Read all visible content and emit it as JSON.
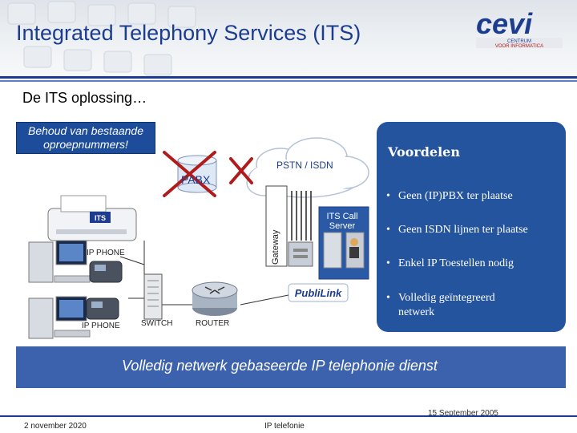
{
  "header": {
    "title": "Integrated Telephony Services (ITS)",
    "logo_text": "cevi",
    "logo_sub_1": "CENTRUM",
    "logo_sub_2": "VOOR INFORMATICA"
  },
  "subtitle": "De ITS oplossing…",
  "callout": {
    "line1": "Behoud van bestaande",
    "line2": "oproepnummers!"
  },
  "diagram": {
    "cloud_label": "PSTN / ISDN",
    "pabx_label": "PABX",
    "gateway_label": "Gateway",
    "its_server_line1": "ITS Call",
    "its_server_line2": "Server",
    "ip_phone_label_1": "IP PHONE",
    "ip_phone_label_2": "IP PHONE",
    "switch_label": "SWITCH",
    "router_label": "ROUTER",
    "publilink_label": "PubliLink",
    "fax_badge": "ITS"
  },
  "advantages": {
    "title": "Voordelen",
    "items": [
      "Geen (IP)PBX ter plaatse",
      "Geen ISDN lijnen ter plaatse",
      "Enkel IP Toestellen nodig",
      "Volledig geïntegreerd netwerk"
    ]
  },
  "banner": "Volledig netwerk gebaseerde IP telephonie dienst",
  "footer": {
    "date": "2 november 2020",
    "center": "IP telefonie",
    "overlay_date": "15 September 2005"
  },
  "colors": {
    "accent_dark": "#1c3d8f",
    "panel": "#24549e",
    "banner": "#3d62ad",
    "cross": "#b01c1c"
  }
}
